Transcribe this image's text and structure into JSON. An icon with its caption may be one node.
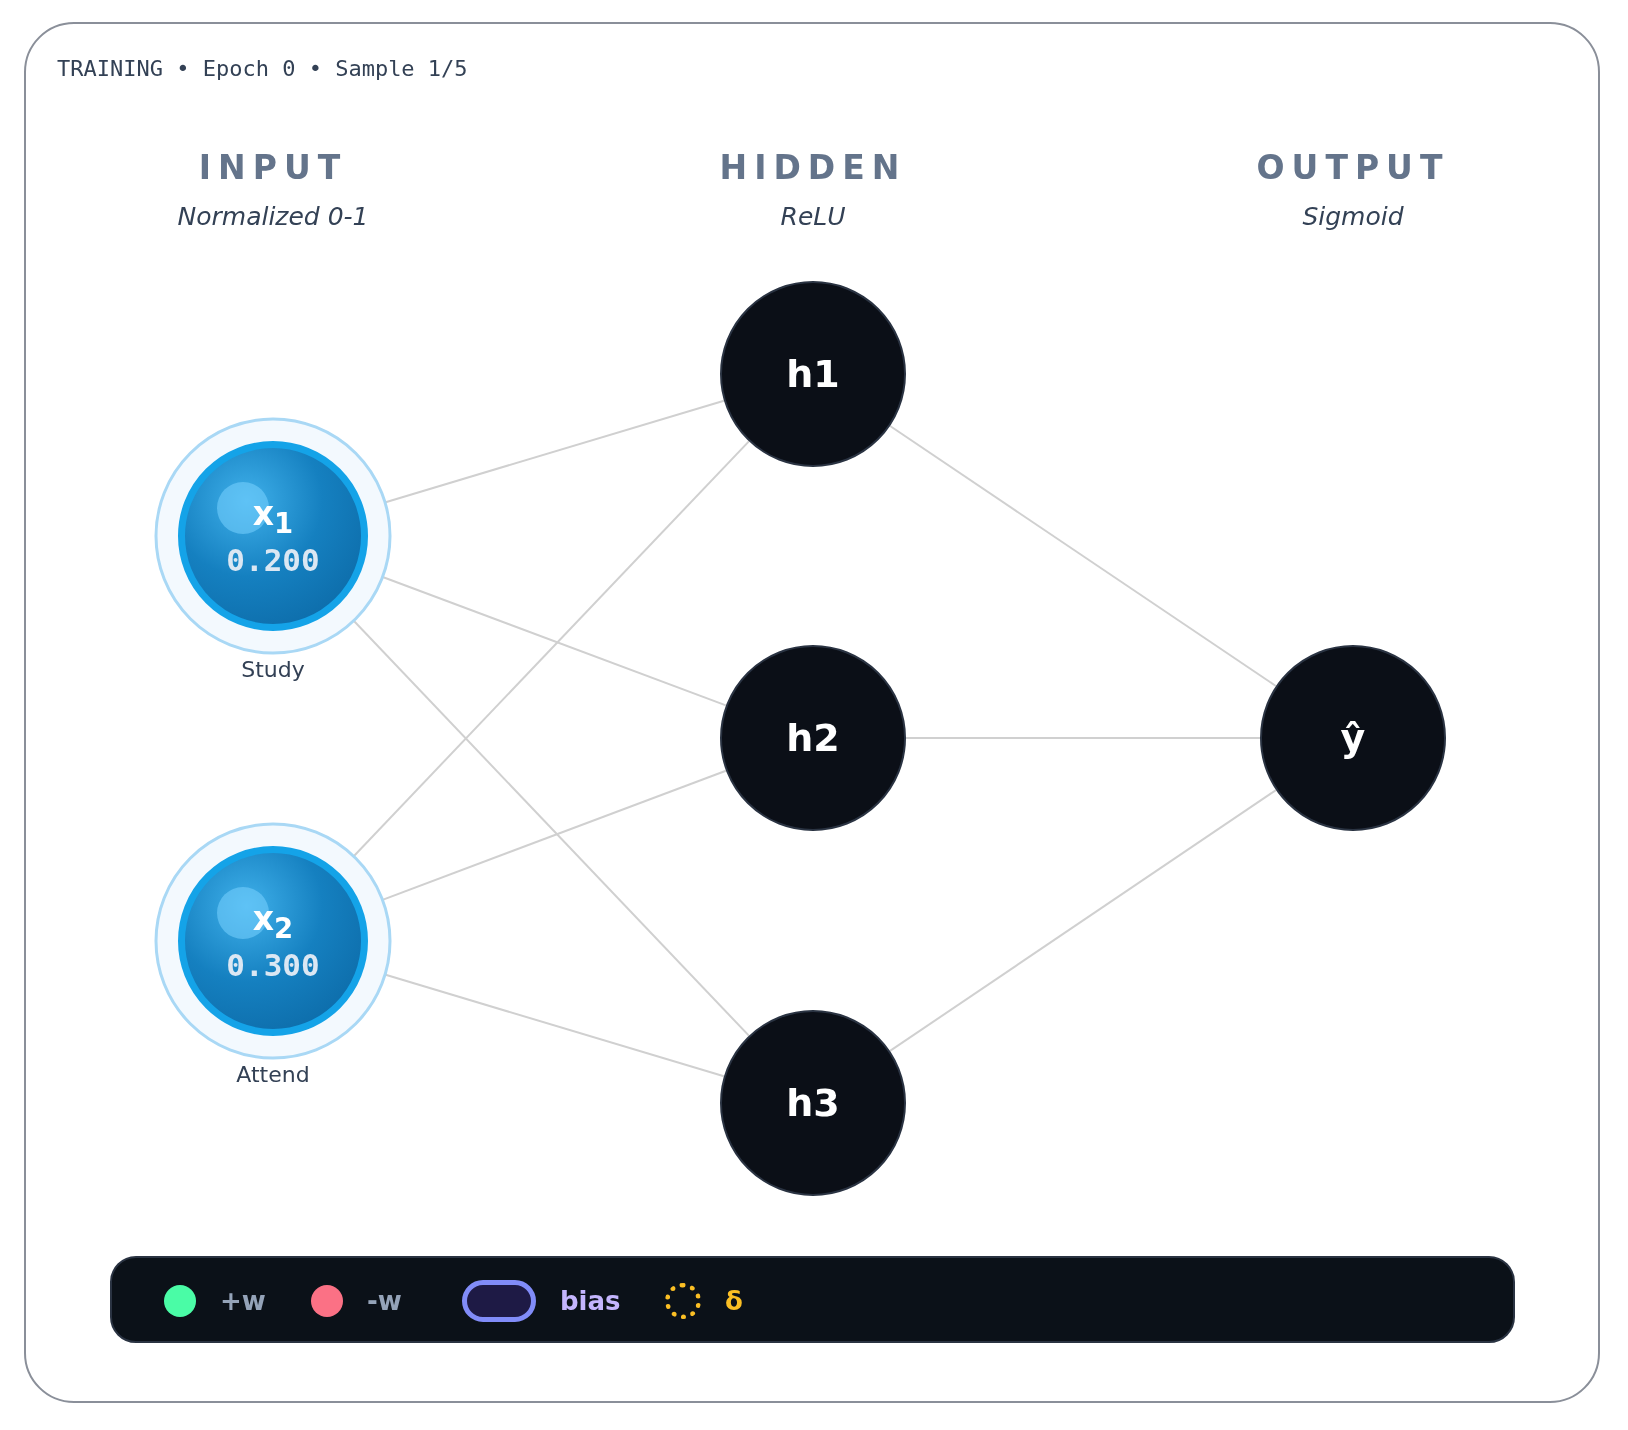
{
  "diagram": {
    "nodes": [
      {
        "text": [
          "x$_{1}$",
          "0.200"
        ],
        "beside": [
          "Study"
        ]
      },
      {
        "text": [
          "x$_{2}$",
          "0.300"
        ],
        "beside": [
          "Attend"
        ]
      },
      {
        "text": [
          "h1"
        ]
      },
      {
        "text": [
          "h2"
        ]
      },
      {
        "text": [
          "h3"
        ]
      },
      {
        "text": [
          "ŷ"
        ]
      }
    ],
    "edges": [
      {
        "from": 0,
        "to": 2,
        "arrow": "none"
      },
      {
        "from": 0,
        "to": 3,
        "arrow": "none"
      },
      {
        "from": 0,
        "to": 4,
        "arrow": "none"
      },
      {
        "from": 1,
        "to": 2,
        "arrow": "none"
      },
      {
        "from": 1,
        "to": 3,
        "arrow": "none"
      },
      {
        "from": 1,
        "to": 4,
        "arrow": "none"
      },
      {
        "from": 2,
        "to": 5,
        "arrow": "none"
      },
      {
        "from": 3,
        "to": 5,
        "arrow": "none"
      },
      {
        "from": 4,
        "to": 5,
        "arrow": "none"
      }
    ],
    "labels": [
      "TRAINING • Epoch 0 • Sample 1/5",
      "INPUT",
      "Normalized 0-1",
      "HIDDEN",
      "ReLU",
      "OUTPUT",
      "Sigmoid"
    ],
    "legend": [
      {
        "text": "+w",
        "color": "#4afca6"
      },
      {
        "text": "-w",
        "color": "#fb7185"
      },
      {
        "text": "bias"
      },
      {
        "text": "δ"
      }
    ]
  }
}
